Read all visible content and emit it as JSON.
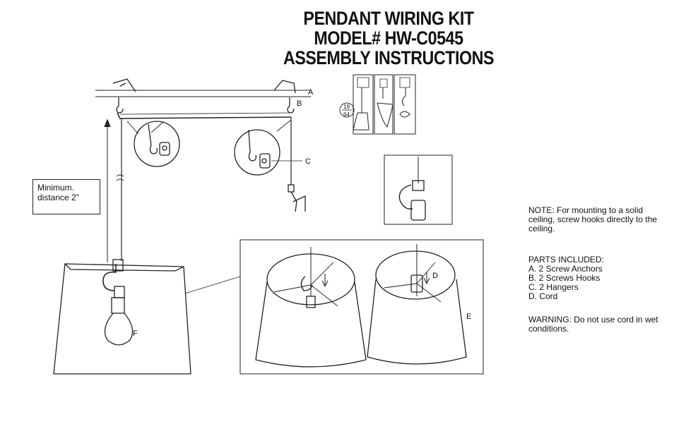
{
  "title": {
    "line1": "PENDANT WIRING KIT",
    "line2": "MODEL# HW-C0545",
    "line3": "ASSEMBLY INSTRUCTIONS"
  },
  "minimum_label": "Minimum.\ndistance 2\"",
  "callouts": {
    "a": "A",
    "b": "B",
    "c": "C",
    "d": "D",
    "e": "E",
    "f": "F",
    "fraction_top": "19",
    "fraction_bottom": "64"
  },
  "note": "NOTE: For mounting to a solid ceiling, screw hooks directly to the ceiling.",
  "parts": {
    "heading": "PARTS INCLUDED:",
    "items": [
      "A. 2 Screw Anchors",
      "B. 2 Screws Hooks",
      "C. 2 Hangers",
      "D. Cord"
    ]
  },
  "warning": "WARNING: Do not use cord in wet conditions."
}
